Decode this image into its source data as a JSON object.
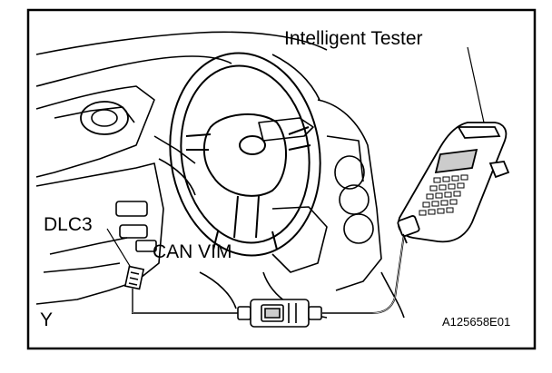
{
  "labels": {
    "tester": "Intelligent Tester",
    "dlc3": "DLC3",
    "can_vim": "CAN VIM",
    "view_marker": "Y",
    "figure_code": "A125658E01"
  },
  "colors": {
    "ink": "#000000",
    "paper": "#ffffff",
    "screen_fill": "#cccccc"
  }
}
